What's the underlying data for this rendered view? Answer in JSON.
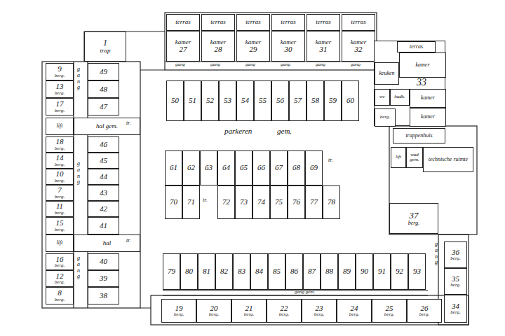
{
  "diagram": {
    "nodes": [
      {
        "text": [
          "terras"
        ]
      },
      {
        "text": [
          "terras"
        ]
      },
      {
        "text": [
          "terras"
        ]
      },
      {
        "text": [
          "terras"
        ]
      },
      {
        "text": [
          "terras"
        ]
      },
      {
        "text": [
          "terras"
        ]
      },
      {
        "text": [
          "kamer",
          "27"
        ]
      },
      {
        "text": [
          "kamer",
          "28"
        ]
      },
      {
        "text": [
          "kamer",
          "29"
        ]
      },
      {
        "text": [
          "kamer",
          "30"
        ]
      },
      {
        "text": [
          "kamer",
          "31"
        ]
      },
      {
        "text": [
          "kamer",
          "32"
        ]
      },
      {
        "text": [
          "1",
          "trap"
        ]
      },
      {
        "text": [
          "9",
          "berg."
        ]
      },
      {
        "text": [
          "13",
          "berg."
        ]
      },
      {
        "text": [
          "17",
          "berg."
        ]
      },
      {
        "text": [
          "18",
          "berg."
        ]
      },
      {
        "text": [
          "14",
          "berg."
        ]
      },
      {
        "text": [
          "10",
          "berg."
        ]
      },
      {
        "text": [
          "7",
          "berg."
        ]
      },
      {
        "text": [
          "11",
          "berg."
        ]
      },
      {
        "text": [
          "15",
          "berg."
        ]
      },
      {
        "text": [
          "16",
          "berg."
        ]
      },
      {
        "text": [
          "12",
          "berg."
        ]
      },
      {
        "text": [
          "8",
          "berg."
        ]
      },
      {
        "text": [
          "49"
        ]
      },
      {
        "text": [
          "48"
        ]
      },
      {
        "text": [
          "47"
        ]
      },
      {
        "text": [
          "46"
        ]
      },
      {
        "text": [
          "45"
        ]
      },
      {
        "text": [
          "44"
        ]
      },
      {
        "text": [
          "43"
        ]
      },
      {
        "text": [
          "42"
        ]
      },
      {
        "text": [
          "41"
        ]
      },
      {
        "text": [
          "40"
        ]
      },
      {
        "text": [
          "39"
        ]
      },
      {
        "text": [
          "38"
        ]
      },
      {
        "text": [
          "50"
        ]
      },
      {
        "text": [
          "51"
        ]
      },
      {
        "text": [
          "52"
        ]
      },
      {
        "text": [
          "53"
        ]
      },
      {
        "text": [
          "54"
        ]
      },
      {
        "text": [
          "55"
        ]
      },
      {
        "text": [
          "56"
        ]
      },
      {
        "text": [
          "57"
        ]
      },
      {
        "text": [
          "58"
        ]
      },
      {
        "text": [
          "59"
        ]
      },
      {
        "text": [
          "60"
        ]
      },
      {
        "text": [
          "61"
        ]
      },
      {
        "text": [
          "62"
        ]
      },
      {
        "text": [
          "63"
        ]
      },
      {
        "text": [
          "64"
        ]
      },
      {
        "text": [
          "65"
        ]
      },
      {
        "text": [
          "66"
        ]
      },
      {
        "text": [
          "67"
        ]
      },
      {
        "text": [
          "68"
        ]
      },
      {
        "text": [
          "69"
        ]
      },
      {
        "text": [
          "70"
        ]
      },
      {
        "text": [
          "71"
        ]
      },
      {
        "text": [
          "72"
        ]
      },
      {
        "text": [
          "73"
        ]
      },
      {
        "text": [
          "74"
        ]
      },
      {
        "text": [
          "75"
        ]
      },
      {
        "text": [
          "76"
        ]
      },
      {
        "text": [
          "77"
        ]
      },
      {
        "text": [
          "78"
        ]
      },
      {
        "text": [
          "79"
        ]
      },
      {
        "text": [
          "80"
        ]
      },
      {
        "text": [
          "81"
        ]
      },
      {
        "text": [
          "82"
        ]
      },
      {
        "text": [
          "83"
        ]
      },
      {
        "text": [
          "84"
        ]
      },
      {
        "text": [
          "85"
        ]
      },
      {
        "text": [
          "86"
        ]
      },
      {
        "text": [
          "87"
        ]
      },
      {
        "text": [
          "88"
        ]
      },
      {
        "text": [
          "89"
        ]
      },
      {
        "text": [
          "90"
        ]
      },
      {
        "text": [
          "91"
        ]
      },
      {
        "text": [
          "92"
        ]
      },
      {
        "text": [
          "93"
        ]
      },
      {
        "text": [
          "19",
          "berg."
        ]
      },
      {
        "text": [
          "20",
          "berg."
        ]
      },
      {
        "text": [
          "21",
          "berg."
        ]
      },
      {
        "text": [
          "22",
          "berg."
        ]
      },
      {
        "text": [
          "23",
          "berg."
        ]
      },
      {
        "text": [
          "24",
          "berg."
        ]
      },
      {
        "text": [
          "25",
          "berg."
        ]
      },
      {
        "text": [
          "26",
          "berg."
        ]
      },
      {
        "text": [
          "36",
          "berg."
        ]
      },
      {
        "text": [
          "35",
          "berg."
        ]
      },
      {
        "text": [
          "34",
          "berg."
        ]
      },
      {
        "text": [
          "37",
          "berg."
        ]
      },
      {
        "text": [
          "33"
        ]
      },
      {
        "text": [
          "terras"
        ],
        "in": 93
      },
      {
        "text": [
          "keuken"
        ],
        "in": 93
      },
      {
        "text": [
          "kamer"
        ],
        "in": 93
      },
      {
        "text": [
          "badk."
        ],
        "in": 93
      },
      {
        "text": [
          "wc"
        ],
        "in": 93
      },
      {
        "text": [
          "berg."
        ],
        "in": 93
      },
      {
        "text": [
          "kamer"
        ],
        "in": 93
      },
      {
        "text": [
          "kamer"
        ],
        "in": 93
      },
      {
        "text": [
          "trappenhuis"
        ]
      },
      {
        "text": [
          "lift"
        ]
      },
      {
        "text": [
          "wad",
          "gem."
        ]
      },
      {
        "text": [
          "technische ruimte"
        ]
      },
      {
        "text": [
          "lift"
        ]
      },
      {
        "text": [
          "hal gem."
        ]
      },
      {
        "text": [
          "lift"
        ]
      },
      {
        "text": [
          "hal"
        ]
      }
    ],
    "labels": [
      "parkeren",
      "gem.",
      "gang gem.",
      "gang",
      "gang",
      "gang",
      "gang",
      "gang",
      "gang",
      "gang",
      "gang",
      "gang",
      "gang",
      "tr.",
      "tr.",
      "tr.",
      "tr."
    ]
  }
}
